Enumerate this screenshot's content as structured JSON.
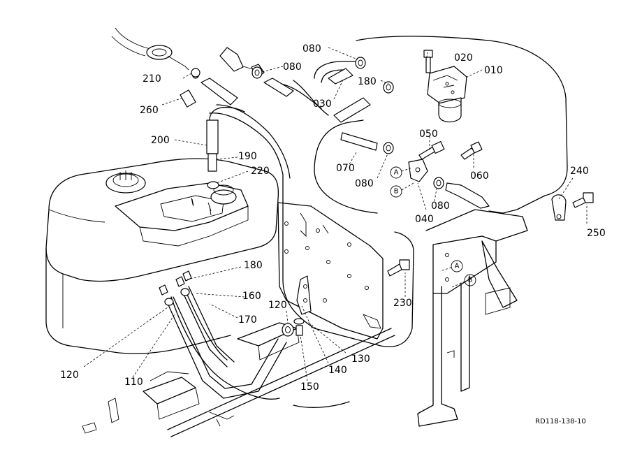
{
  "part_labels": {
    "p010": "010",
    "p020": "020",
    "p030": "030",
    "p040": "040",
    "p050": "050",
    "p060": "060",
    "p070": "070",
    "p080a": "080",
    "p080b": "080",
    "p080c": "080",
    "p080d": "080",
    "p110": "110",
    "p120a": "120",
    "p120b": "120",
    "p130": "130",
    "p140": "140",
    "p150": "150",
    "p160": "160",
    "p170": "170",
    "p180a": "180",
    "p180b": "180",
    "p190": "190",
    "p200": "200",
    "p210": "210",
    "p220": "220",
    "p230": "230",
    "p240": "240",
    "p250": "250",
    "p260": "260"
  },
  "reference_marks": {
    "a1": "A",
    "b1": "B",
    "a2": "A",
    "b2": "B"
  },
  "drawing_code": "RD118-138-10"
}
